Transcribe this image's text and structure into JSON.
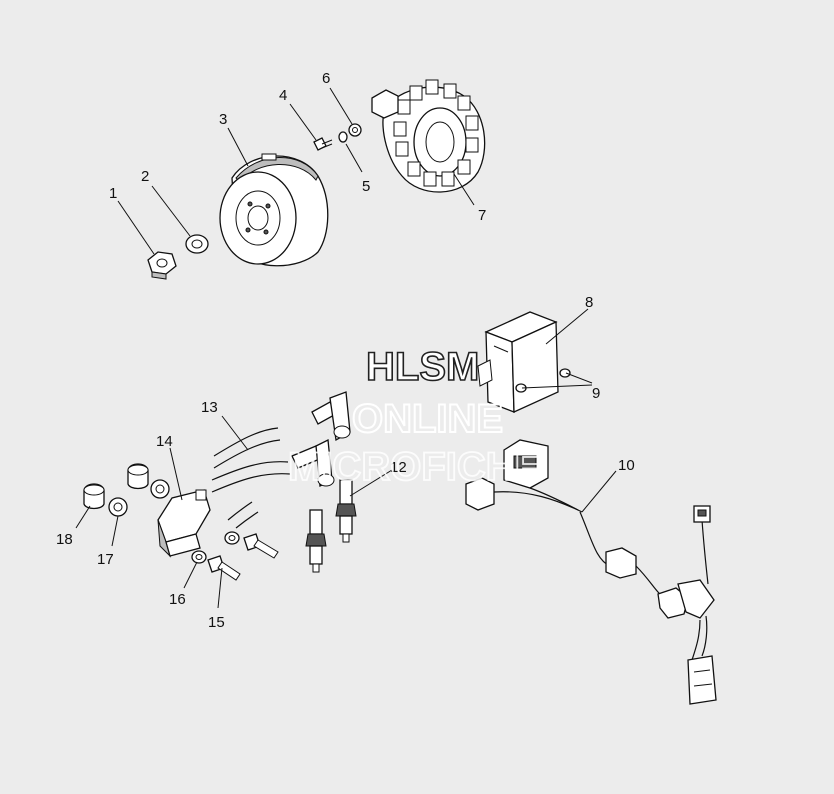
{
  "callouts": [
    {
      "id": "1",
      "label": "1"
    },
    {
      "id": "2",
      "label": "2"
    },
    {
      "id": "3",
      "label": "3"
    },
    {
      "id": "4",
      "label": "4"
    },
    {
      "id": "5",
      "label": "5"
    },
    {
      "id": "6",
      "label": "6"
    },
    {
      "id": "7",
      "label": "7"
    },
    {
      "id": "8",
      "label": "8"
    },
    {
      "id": "9",
      "label": "9"
    },
    {
      "id": "10",
      "label": "10"
    },
    {
      "id": "12",
      "label": "12"
    },
    {
      "id": "13",
      "label": "13"
    },
    {
      "id": "14",
      "label": "14"
    },
    {
      "id": "15",
      "label": "15"
    },
    {
      "id": "16",
      "label": "16"
    },
    {
      "id": "17",
      "label": "17"
    },
    {
      "id": "18",
      "label": "18"
    }
  ],
  "watermark": {
    "line1": "HLSM",
    "line2": "ONLINE",
    "line3": "MICROFICHE"
  },
  "colors": {
    "background": "#ececec",
    "ink": "#111111",
    "part_fill": "#ffffff"
  }
}
